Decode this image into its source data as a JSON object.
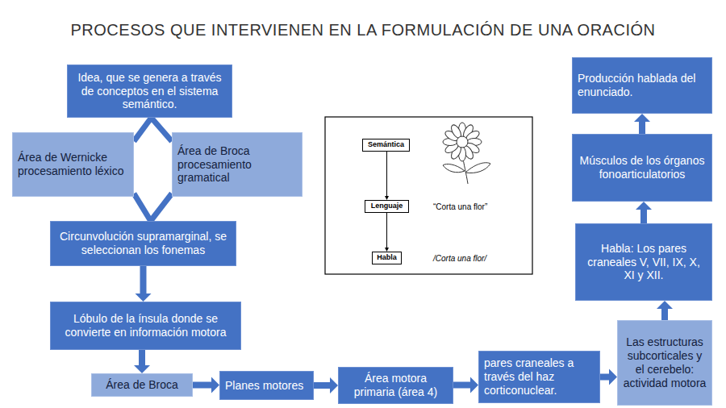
{
  "diagram": {
    "title": "PROCESOS QUE INTERVIENEN EN LA FORMULACIÓN DE UNA ORACIÓN",
    "nodes": [
      {
        "text": [
          "Idea, que se genera a través de conceptos en el sistema semántico."
        ]
      },
      {
        "text": [
          "Área de Wernicke procesamiento léxico"
        ]
      },
      {
        "text": [
          "Área de Broca procesamiento gramatical"
        ]
      },
      {
        "text": [
          "Circunvolución supramarginal, se seleccionan los fonemas"
        ]
      },
      {
        "text": [
          "Lóbulo de la ínsula donde se convierte en información motora"
        ]
      },
      {
        "text": [
          "Área de Broca"
        ]
      },
      {
        "text": [
          "Planes motores"
        ]
      },
      {
        "text": [
          "Área motora primaria (área 4)"
        ]
      },
      {
        "text": [
          "pares craneales a través del haz corticonuclear."
        ]
      },
      {
        "text": [
          "Las estructuras subcorticales y el cerebelo: actividad motora"
        ]
      },
      {
        "text": [
          "Habla: Los pares craneales V, VII, IX, X, XI y XII."
        ]
      },
      {
        "text": [
          "Músculos de los órganos fonoarticulatorios"
        ]
      },
      {
        "text": [
          "Producción hablada del enunciado."
        ]
      },
      {
        "text": [
          "Semántica"
        ]
      },
      {
        "text": [
          "Lenguaje"
        ]
      },
      {
        "text": [
          "Habla"
        ]
      }
    ],
    "edges": [
      {
        "from": 0,
        "to": 1,
        "arrow": "none"
      },
      {
        "from": 0,
        "to": 2,
        "arrow": "none"
      },
      {
        "from": 1,
        "to": 3,
        "arrow": "none"
      },
      {
        "from": 2,
        "to": 3,
        "arrow": "none"
      },
      {
        "from": 3,
        "to": 4,
        "arrow": "to"
      },
      {
        "from": 4,
        "to": 5,
        "arrow": "to"
      },
      {
        "from": 5,
        "to": 6,
        "arrow": "to"
      },
      {
        "from": 6,
        "to": 7,
        "arrow": "to"
      },
      {
        "from": 7,
        "to": 8,
        "arrow": "to"
      },
      {
        "from": 8,
        "to": 9,
        "arrow": "to"
      },
      {
        "from": 9,
        "to": 10,
        "arrow": "to"
      },
      {
        "from": 10,
        "to": 11,
        "arrow": "to"
      },
      {
        "from": 11,
        "to": 12,
        "arrow": "to"
      },
      {
        "from": 13,
        "to": 14,
        "arrow": "to"
      },
      {
        "from": 14,
        "to": 15,
        "arrow": "to"
      }
    ],
    "labels": [
      "“Corta una flor”",
      "/Corta una flor/"
    ]
  }
}
